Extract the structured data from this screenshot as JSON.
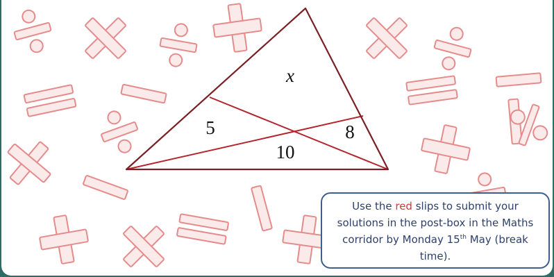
{
  "diagram": {
    "areas": {
      "top": "x",
      "left": "5",
      "bottom": "10",
      "right": "8"
    }
  },
  "notice": {
    "part1": "Use the ",
    "red_word": "red",
    "part2": " slips to submit your solutions in the post-box in the Maths corridor by Monday 15",
    "superscript": "th",
    "part3": " May (break time)."
  },
  "colors": {
    "slide_frame": "#2f6b63",
    "triangle_edges": "#7a2025",
    "cevians": "#b3262d",
    "symbol_outline": "#e58b8b",
    "notice_border": "#3d5f8e",
    "notice_text": "#2d3f6b",
    "highlight_red": "#d23a2c"
  },
  "background": {
    "symbols": [
      "plus-icon",
      "minus-icon",
      "times-icon",
      "divide-icon",
      "equals-icon",
      "percent-icon"
    ]
  }
}
